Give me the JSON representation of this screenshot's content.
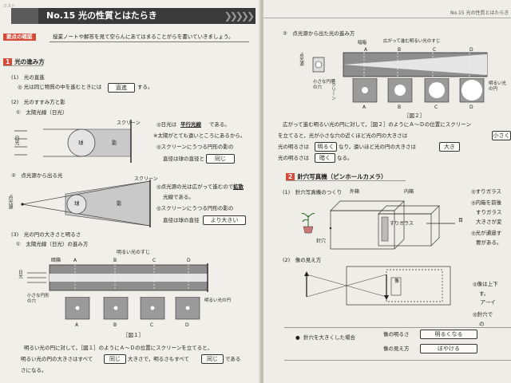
{
  "left": {
    "corner": "ミスト",
    "banner_no": "No.15",
    "banner_title": "光の性質とはたらき",
    "lead_tag": "要点の確認",
    "lead_text": "授業ノートや解答を見て空らんにあてはまることがらを書いていきましょう。",
    "s1_label": "光の進み方",
    "s1a_label": "(1)　光の直進",
    "s1a_text": "◎ 光は同じ物質の中を進むときには",
    "s1a_ans": "直進",
    "s1a_end": "する。",
    "s1b_label": "(2)　光のすすみ方と影",
    "s1b1_label": "①　太陽光線（日光）",
    "sun_label": "日光",
    "ball": "球",
    "shadow": "影",
    "screen": "スクリーン",
    "sun_n1": "◎日光は",
    "sun_n1b": "平行光線",
    "sun_n1c": "である。",
    "sun_n2": "※太陽がとても遠いところにあるから。",
    "sun_n3": "◎スクリーンにうつる円形の影の",
    "sun_n4": "直径は球の直径と",
    "sun_ans": "同じ",
    "s1b2_label": "②　点光源から出る光",
    "lamp_label": "点光源",
    "pt_n1": "◎点光源の光は広がって進むので",
    "pt_n1b": "拡散",
    "pt_n2": "光線である。",
    "pt_n3": "◎スクリーンにうつる円形の影の",
    "pt_n4": "直径は球の直径",
    "pt_ans": "より大きい",
    "s1c_label": "(3)　光の円の大きさと明るさ",
    "s1c1_label": "①　太陽光線（日光）の進み方",
    "bright_part": "明るい光のすじ",
    "dark_part": "暗箱",
    "letters": [
      "A",
      "B",
      "C",
      "D"
    ],
    "sun_side": "日光",
    "hole": "小さな円形の穴",
    "bright_circle": "明るい光の円",
    "fig1": "［図１］",
    "p1": "明るい光の円に対して，［図１］のようにＡ～Ｄの位置にスクリーンを立てると，",
    "p2": "明るい光の円の大きさはすべて",
    "p2_ans": "同じ",
    "p2b": "大きさで，明るさもすべて",
    "p2_ans2": "同じ",
    "p2c": "である",
    "p3": "さになる。"
  },
  "right": {
    "header": "No.15 光の性質とはたらき",
    "r2_label": "②　点光源から出た光の進み方",
    "r_box_label": "暗箱",
    "r_spread": "広がって進む明るい光のすじ",
    "r_hole": "小さな円形の穴",
    "r_screen": "スクリーン",
    "r_lamp": "点光源",
    "r_circle": "明るい光の円",
    "letters": [
      "A",
      "B",
      "C",
      "D"
    ],
    "fig2": "［図２］",
    "rp1": "広がって進む明るい光の円に対して，［図２］のようにＡ～Ｄの位置にスクリーン",
    "rp2": "を立てると，光が小さな穴の近くほど光の円の大きさは",
    "rp2_ans": "小さく",
    "rp3": "光の明るさは",
    "rp3_ans": "明るく",
    "rp3b": "なり，遠いほど光の円の大きさは",
    "rp3_ans2": "大き",
    "rp4": "光の明るさは",
    "rp4_ans": "暗く",
    "rp4b": "なる。",
    "sec2_num": "2",
    "sec2_title": "針穴写真機（ピンホールカメラ）",
    "c1_label": "(1)　針穴写真機のつくり",
    "outer": "外箱",
    "inner": "内箱",
    "pinhole": "針穴",
    "frosted": "すりガラス",
    "eye": "目",
    "c1_n1": "◎すりガラス",
    "c1_n2": "◎内箱を前後",
    "c1_n3": "すりガラス",
    "c1_n4": "大きさが変",
    "c1_n5": "◎光が通過す",
    "c1_n6": "要がある。",
    "c2_label": "(2)　像の見え方",
    "c2_image": "像",
    "c2_n1": "◎像は上下",
    "c2_n2": "す。",
    "c2_ans": "ア→イ",
    "c2_n3": "◎針穴で",
    "c2_n4": "の",
    "c3_row": "針穴を大きくした場合",
    "c3_bright": "像の明るさ",
    "c3_bright_ans": "明るくなる",
    "c3_sharp": "像の見え方",
    "c3_sharp_ans": "ぼやける"
  },
  "colors": {
    "accent": "#d44b38",
    "banner": "#3a3a3a",
    "paper": "#f1efe9"
  }
}
